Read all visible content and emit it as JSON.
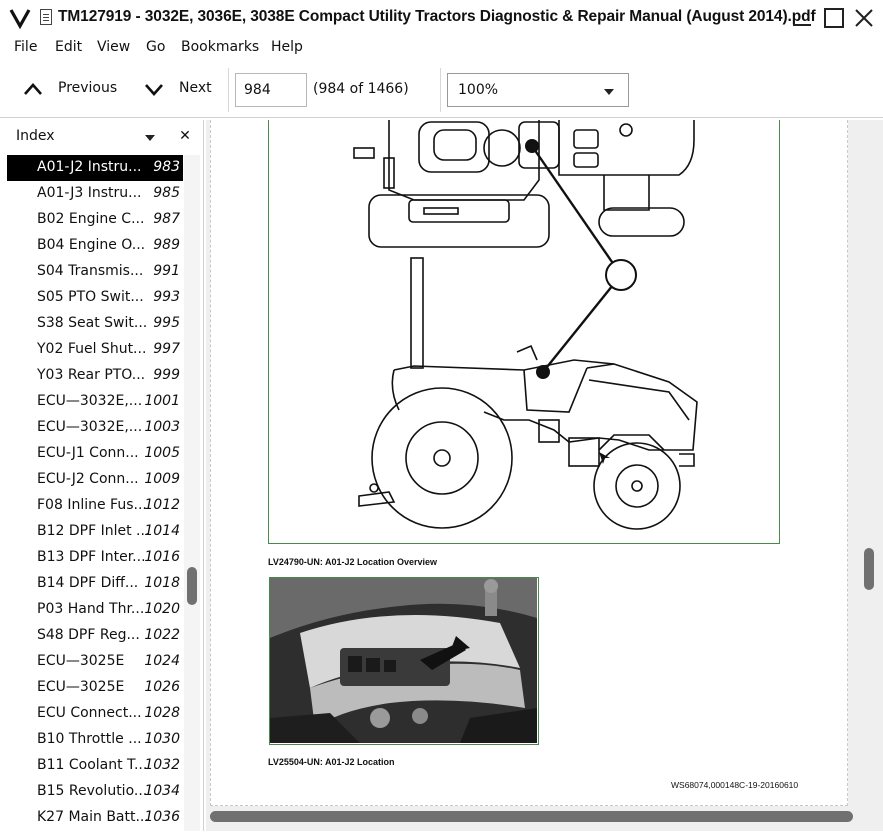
{
  "window": {
    "title": "TM127919 - 3032E, 3036E, 3038E Compact Utility Tractors Diagnostic & Repair Manual (August 2014).pdf",
    "icons": [
      "app-logo-icon",
      "document-icon",
      "minimize-icon",
      "maximize-icon",
      "close-icon"
    ]
  },
  "menu": {
    "items": [
      "File",
      "Edit",
      "View",
      "Go",
      "Bookmarks",
      "Help"
    ]
  },
  "toolbar": {
    "previous_label": "Previous",
    "next_label": "Next",
    "page_value": "984",
    "page_count": "(984 of 1466)",
    "zoom_value": "100%"
  },
  "sidebar": {
    "title": "Index",
    "items": [
      {
        "label": "A01-J2 Instru...",
        "page": "983",
        "selected": true
      },
      {
        "label": "A01-J3 Instru...",
        "page": "985"
      },
      {
        "label": "B02 Engine C...",
        "page": "987"
      },
      {
        "label": "B04 Engine O...",
        "page": "989"
      },
      {
        "label": "S04 Transmis...",
        "page": "991"
      },
      {
        "label": "S05 PTO Swit...",
        "page": "993"
      },
      {
        "label": "S38 Seat Swit...",
        "page": "995"
      },
      {
        "label": "Y02 Fuel Shut...",
        "page": "997"
      },
      {
        "label": "Y03 Rear PTO...",
        "page": "999"
      },
      {
        "label": "ECU—3032E,...",
        "page": "1001"
      },
      {
        "label": "ECU—3032E,...",
        "page": "1003"
      },
      {
        "label": "ECU-J1 Conn...",
        "page": "1005"
      },
      {
        "label": "ECU-J2 Conn...",
        "page": "1009"
      },
      {
        "label": "F08 Inline Fus...",
        "page": "1012"
      },
      {
        "label": "B12 DPF Inlet ...",
        "page": "1014"
      },
      {
        "label": "B13 DPF Inter...",
        "page": "1016"
      },
      {
        "label": "B14 DPF Diff...",
        "page": "1018"
      },
      {
        "label": "P03 Hand Thr...",
        "page": "1020"
      },
      {
        "label": "S48 DPF Reg...",
        "page": "1022"
      },
      {
        "label": "ECU—3025E",
        "page": "1024"
      },
      {
        "label": "ECU—3025E",
        "page": "1026"
      },
      {
        "label": "ECU Connect...",
        "page": "1028"
      },
      {
        "label": "B10 Throttle ...",
        "page": "1030"
      },
      {
        "label": "B11 Coolant T...",
        "page": "1032"
      },
      {
        "label": "B15 Revolutio...",
        "page": "1034"
      },
      {
        "label": "K27 Main Batt...",
        "page": "1036"
      }
    ]
  },
  "document": {
    "caption1": "LV24790-UN: A01-J2 Location Overview",
    "caption2": "LV25504-UN: A01-J2 Location",
    "footer_code": "WS68074,000148C-19-20160610"
  },
  "colors": {
    "figure_border": "#4a8a4a",
    "selected_row_bg": "#000000",
    "scrollbar_thumb": "#707070"
  }
}
